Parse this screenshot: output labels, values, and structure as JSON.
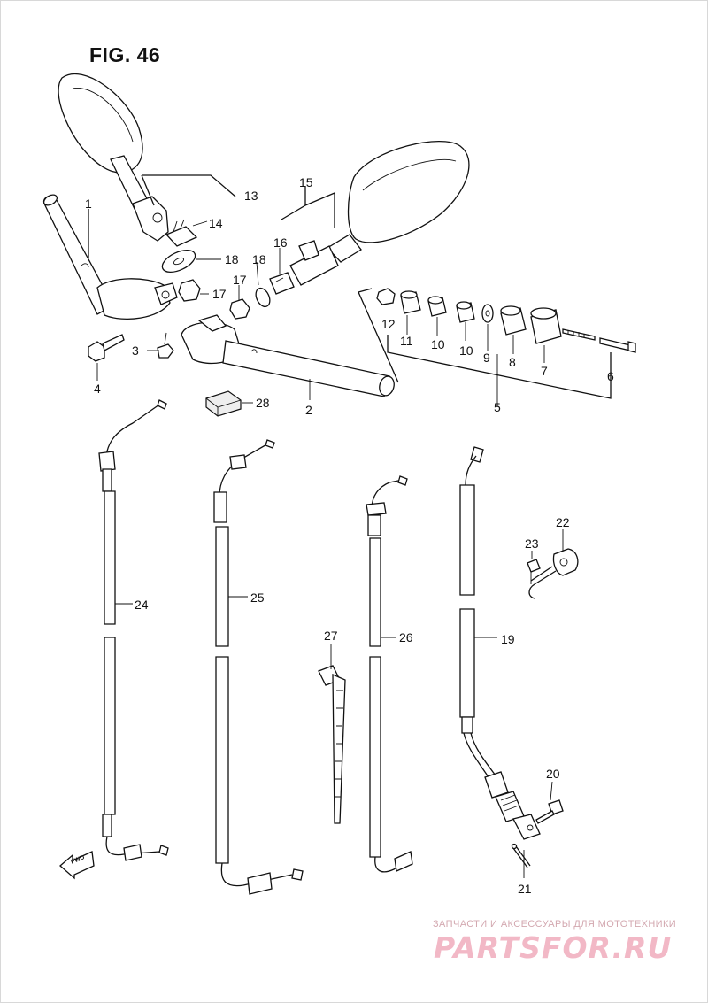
{
  "figure": {
    "title": "FIG. 46"
  },
  "callouts": {
    "c1": "1",
    "c2": "2",
    "c3": "3",
    "c4": "4",
    "c5": "5",
    "c6": "6",
    "c7": "7",
    "c8": "8",
    "c9": "9",
    "c10a": "10",
    "c10b": "10",
    "c11": "11",
    "c12": "12",
    "c13": "13",
    "c14": "14",
    "c15": "15",
    "c16": "16",
    "c17a": "17",
    "c17b": "17",
    "c18a": "18",
    "c18b": "18",
    "c19": "19",
    "c20": "20",
    "c21": "21",
    "c22": "22",
    "c23": "23",
    "c24": "24",
    "c25": "25",
    "c26": "26",
    "c27": "27",
    "c28": "28"
  },
  "fwd_badge": "FWD",
  "watermark": {
    "line": "ЗАПЧАСТИ И АКСЕССУАРЫ ДЛЯ МОТОТЕХНИКИ",
    "logo": "PARTSFOR.RU"
  },
  "colors": {
    "ink": "#111111",
    "watermark": "#f2b8c6"
  }
}
